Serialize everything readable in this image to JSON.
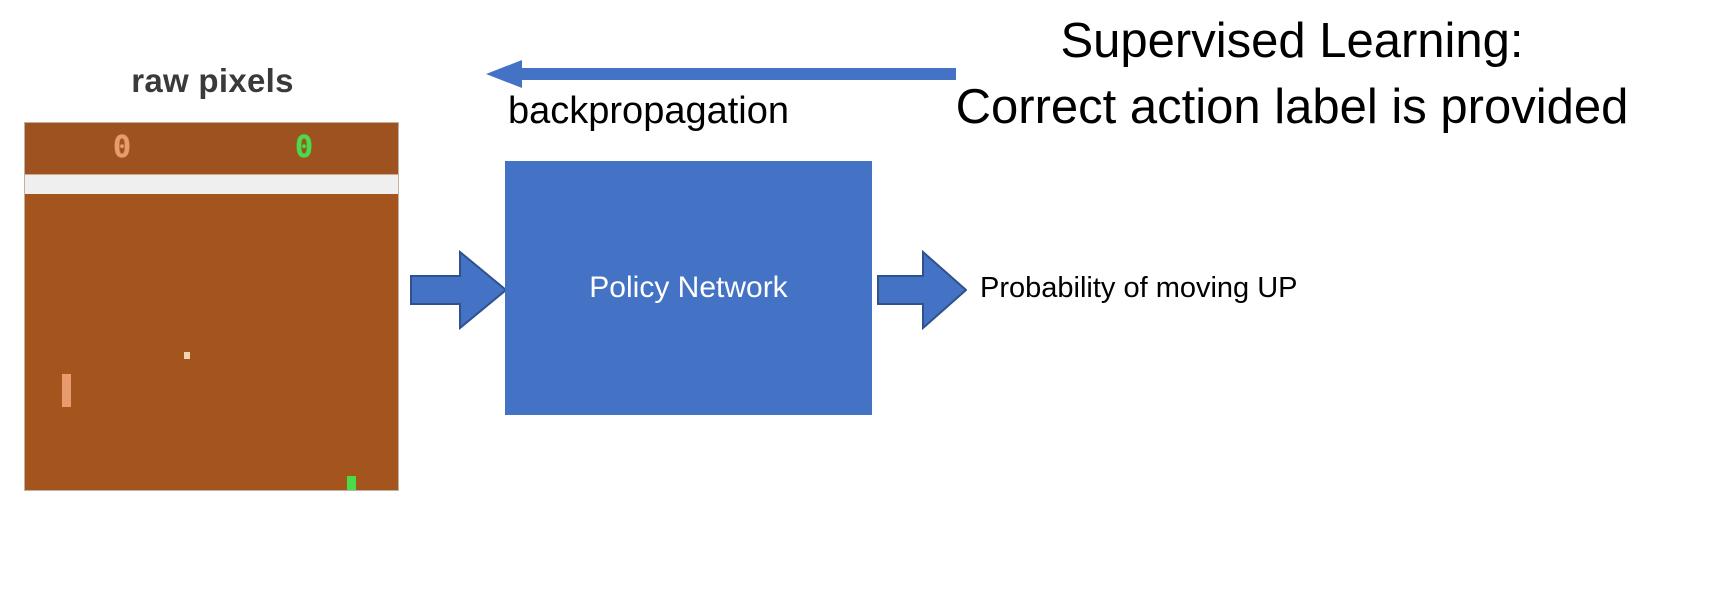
{
  "figure": {
    "title_lines": {
      "line1": "Supervised Learning:",
      "line2": "Correct action label is provided"
    },
    "input_caption": "raw pixels",
    "backprop_label": "backpropagation",
    "network_label": "Policy Network",
    "output_label": "Probability of moving UP"
  },
  "game_frame": {
    "name": "pong-screenshot",
    "background_color": "#A4551E",
    "divider_color": "#EFEFEF",
    "score_left": "0",
    "score_right": "0",
    "score_left_color": "#E89B6C",
    "score_right_color": "#4ADB4A",
    "paddle_left_color": "#E89B6C",
    "paddle_right_color": "#4ADB4A",
    "ball_color": "#F3D2AE"
  },
  "colors": {
    "accent_blue": "#4472C4",
    "arrow_outline": "#2F528F",
    "text_black": "#000000",
    "label_gray": "#3A3A3A",
    "white": "#FFFFFF"
  },
  "icons": {
    "backprop_arrow": "left-arrow-icon",
    "input_arrow": "right-block-arrow-icon",
    "output_arrow": "right-block-arrow-icon"
  }
}
